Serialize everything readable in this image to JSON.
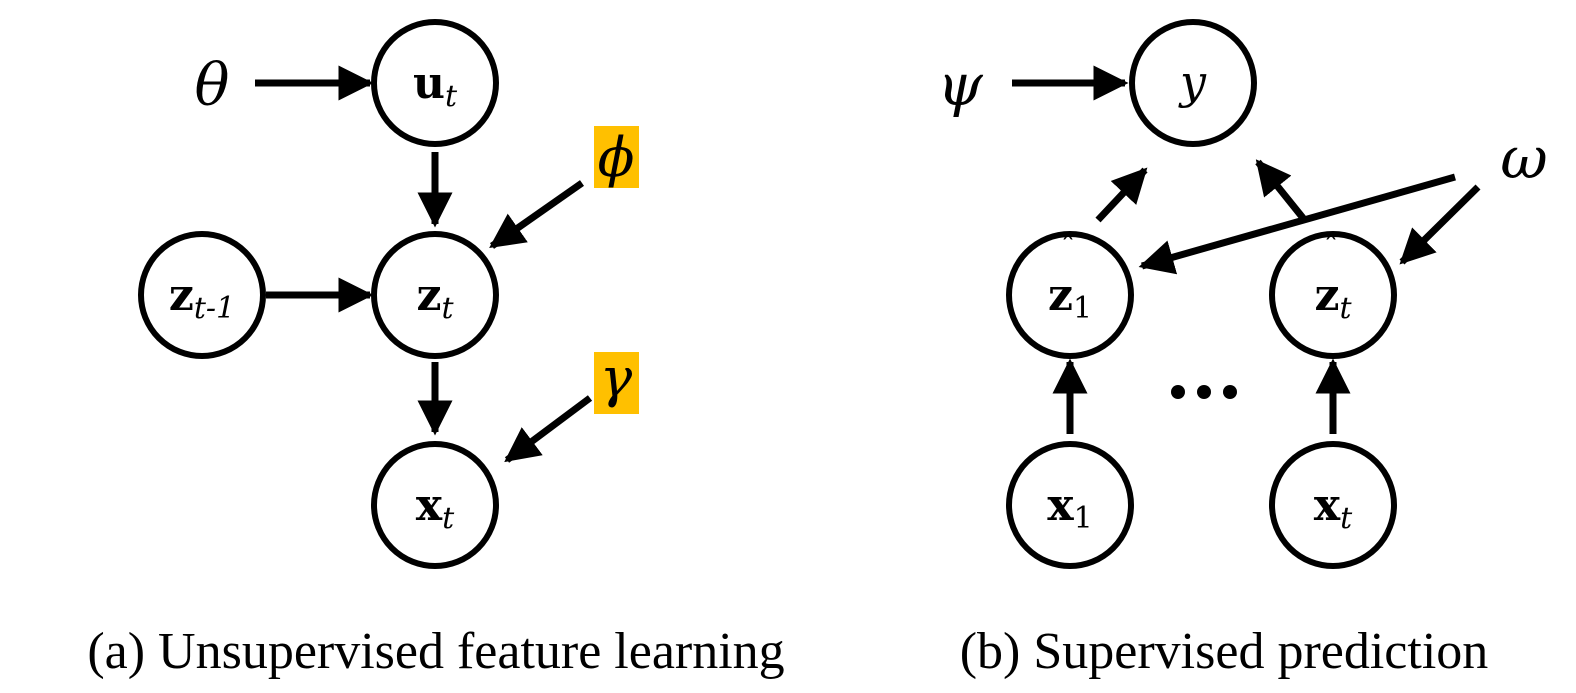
{
  "panel_a": {
    "caption": "(a) Unsupervised feature learning",
    "nodes": {
      "u": {
        "main": "u",
        "sub": "t"
      },
      "z": {
        "main": "z",
        "sub": "t"
      },
      "zprev": {
        "main": "z",
        "sub": "t-1"
      },
      "x": {
        "main": "x",
        "sub": "t"
      }
    },
    "params": {
      "theta": "θ",
      "phi": "ϕ",
      "gamma": "γ"
    },
    "highlight_color": "#FFC000"
  },
  "panel_b": {
    "caption": "(b) Supervised prediction",
    "nodes": {
      "y": {
        "main": "y"
      },
      "zhat1": {
        "main": "z",
        "sub": "1"
      },
      "zhatt": {
        "main": "z",
        "sub": "t"
      },
      "x1": {
        "main": "x",
        "sub": "1"
      },
      "xt": {
        "main": "x",
        "sub": "t"
      }
    },
    "params": {
      "psi": "ψ",
      "omega": "ω"
    }
  }
}
